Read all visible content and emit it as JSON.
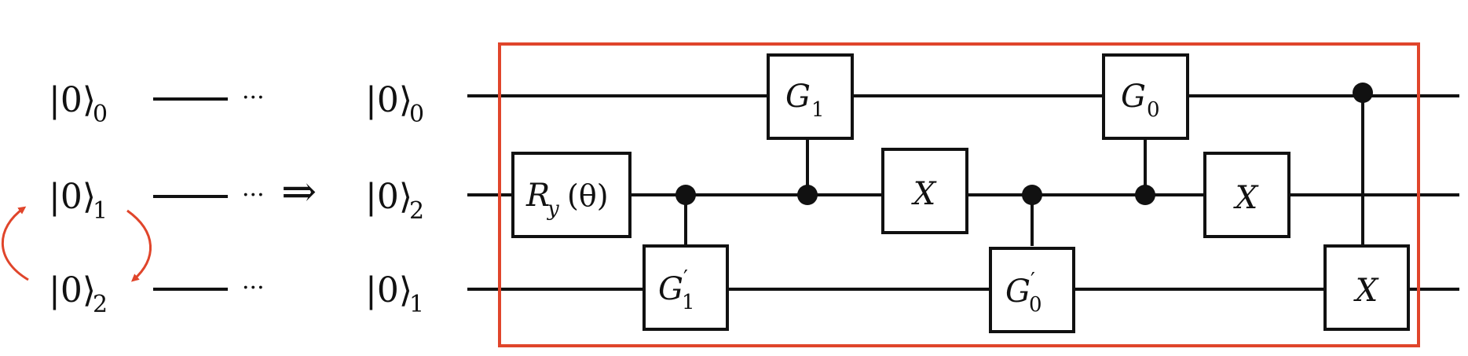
{
  "left_panel": {
    "kets": [
      {
        "ket": "|0⟩",
        "sub": "0"
      },
      {
        "ket": "|0⟩",
        "sub": "1"
      },
      {
        "ket": "|0⟩",
        "sub": "2"
      }
    ],
    "ellipsis": "···",
    "arrow_color": "#e0452b"
  },
  "implies_symbol": "⇒",
  "circuit": {
    "frame_color": "#e0452b",
    "wires": [
      {
        "ket": "|0⟩",
        "sub": "0"
      },
      {
        "ket": "|0⟩",
        "sub": "2"
      },
      {
        "ket": "|0⟩",
        "sub": "1"
      }
    ],
    "gates": [
      {
        "name": "R",
        "sub": "y",
        "suffix": "(θ)",
        "wire": 1,
        "control_wire": null
      },
      {
        "name": "G",
        "sub": "1",
        "prime": true,
        "wire": 2,
        "control_wire": 1
      },
      {
        "name": "G",
        "sub": "1",
        "prime": false,
        "wire": 0,
        "control_wire": 1
      },
      {
        "name": "X",
        "sub": "",
        "wire": 1,
        "control_wire": null
      },
      {
        "name": "G",
        "sub": "0",
        "prime": true,
        "wire": 2,
        "control_wire": 1
      },
      {
        "name": "G",
        "sub": "0",
        "prime": false,
        "wire": 0,
        "control_wire": 1
      },
      {
        "name": "X",
        "sub": "",
        "wire": 1,
        "control_wire": null
      },
      {
        "name": "X",
        "sub": "",
        "wire": 2,
        "control_wire": 0
      }
    ]
  }
}
